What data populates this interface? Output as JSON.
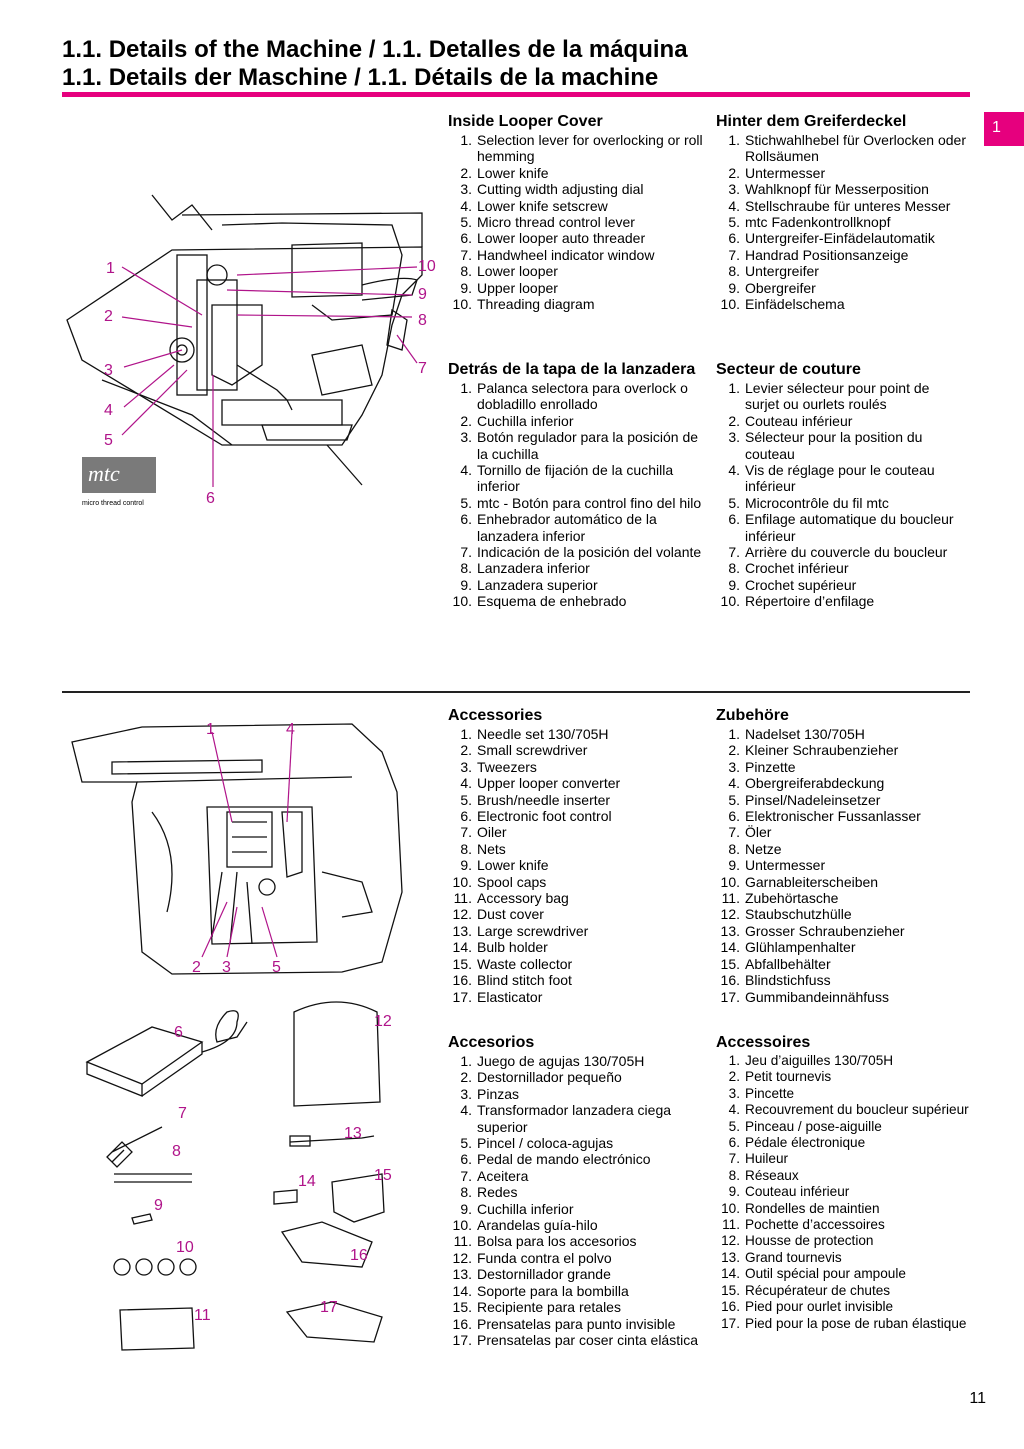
{
  "header": {
    "title_line1": "1.1. Details of the Machine / 1.1. Detalles de la máquina",
    "title_line2": "1.1. Details der Maschine / 1.1. Détails de la machine",
    "chapter_tab": "1"
  },
  "figure1": {
    "logo_text": "mtc",
    "logo_caption": "micro thread control",
    "callouts": [
      "1",
      "2",
      "3",
      "4",
      "5",
      "6",
      "7",
      "8",
      "9",
      "10"
    ]
  },
  "figure2": {
    "callouts": [
      "1",
      "4",
      "2",
      "3",
      "5",
      "6",
      "7",
      "8",
      "9",
      "10",
      "11",
      "12",
      "13",
      "14",
      "15",
      "16",
      "17"
    ]
  },
  "sections": {
    "en_machine": {
      "heading": "Inside Looper Cover",
      "items": [
        {
          "n": "1.",
          "t": "Selection lever for overlocking or roll hemming"
        },
        {
          "n": "2.",
          "t": "Lower knife"
        },
        {
          "n": "3.",
          "t": "Cutting width adjusting dial"
        },
        {
          "n": "4.",
          "t": "Lower knife setscrew"
        },
        {
          "n": "5.",
          "t": "Micro thread control lever"
        },
        {
          "n": "6.",
          "t": "Lower looper auto threader"
        },
        {
          "n": "7.",
          "t": "Handwheel indicator window"
        },
        {
          "n": "8.",
          "t": "Lower looper"
        },
        {
          "n": "9.",
          "t": "Upper looper"
        },
        {
          "n": "10.",
          "t": "Threading diagram"
        }
      ]
    },
    "de_machine": {
      "heading": "Hinter dem Greiferdeckel",
      "items": [
        {
          "n": "1.",
          "t": "Stichwahlhebel für Overlocken oder Rollsäumen"
        },
        {
          "n": "2.",
          "t": "Untermesser"
        },
        {
          "n": "3.",
          "t": "Wahlknopf für Messerposition"
        },
        {
          "n": "4.",
          "t": "Stellschraube für unteres Messer"
        },
        {
          "n": "5.",
          "t": "mtc Fadenkontrollknopf"
        },
        {
          "n": "6.",
          "t": "Untergreifer-Einfädelautomatik"
        },
        {
          "n": "7.",
          "t": "Handrad Positionsanzeige"
        },
        {
          "n": "8.",
          "t": "Untergreifer"
        },
        {
          "n": "9.",
          "t": "Obergreifer"
        },
        {
          "n": "10.",
          "t": "Einfädelschema"
        }
      ]
    },
    "es_machine": {
      "heading": "Detrás de la tapa de la lanzadera",
      "items": [
        {
          "n": "1.",
          "t": "Palanca selectora para overlock o dobladillo enrollado"
        },
        {
          "n": "2.",
          "t": "Cuchilla inferior"
        },
        {
          "n": "3.",
          "t": "Botón regulador para la posición de la cuchilla"
        },
        {
          "n": "4.",
          "t": "Tornillo de fijación de la cuchilla inferior"
        },
        {
          "n": "5.",
          "t": "mtc - Botón para control fino del hilo"
        },
        {
          "n": "6.",
          "t": "Enhebrador automático de la lanzadera inferior"
        },
        {
          "n": "7.",
          "t": "Indicación de la posición del volante"
        },
        {
          "n": "8.",
          "t": "Lanzadera inferior"
        },
        {
          "n": "9.",
          "t": "Lanzadera superior"
        },
        {
          "n": "10.",
          "t": "Esquema de enhebrado"
        }
      ]
    },
    "fr_machine": {
      "heading": "Secteur de couture",
      "items": [
        {
          "n": "1.",
          "t": "Levier sélecteur pour point de surjet ou ourlets roulés"
        },
        {
          "n": "2.",
          "t": "Couteau inférieur"
        },
        {
          "n": "3.",
          "t": "Sélecteur pour la position du couteau"
        },
        {
          "n": "4.",
          "t": "Vis de réglage pour le couteau inférieur"
        },
        {
          "n": "5.",
          "t": "Microcontrôle du fil mtc"
        },
        {
          "n": "6.",
          "t": "Enfilage automatique du boucleur inférieur"
        },
        {
          "n": "7.",
          "t": "Arrière du couvercle du boucleur"
        },
        {
          "n": "8.",
          "t": "Crochet inférieur"
        },
        {
          "n": "9.",
          "t": "Crochet supérieur"
        },
        {
          "n": "10.",
          "t": "Répertoire d’enfilage"
        }
      ]
    },
    "en_accessories": {
      "heading": "Accessories",
      "items": [
        {
          "n": "1.",
          "t": "Needle set 130/705H"
        },
        {
          "n": "2.",
          "t": "Small screwdriver"
        },
        {
          "n": "3.",
          "t": "Tweezers"
        },
        {
          "n": "4.",
          "t": "Upper looper converter"
        },
        {
          "n": "5.",
          "t": "Brush/needle inserter"
        },
        {
          "n": "6.",
          "t": "Electronic foot control"
        },
        {
          "n": "7.",
          "t": "Oiler"
        },
        {
          "n": "8.",
          "t": "Nets"
        },
        {
          "n": "9.",
          "t": "Lower knife"
        },
        {
          "n": "10.",
          "t": "Spool caps"
        },
        {
          "n": "11.",
          "t": "Accessory bag"
        },
        {
          "n": "12.",
          "t": "Dust cover"
        },
        {
          "n": "13.",
          "t": "Large screwdriver"
        },
        {
          "n": "14.",
          "t": "Bulb holder"
        },
        {
          "n": "15.",
          "t": "Waste collector"
        },
        {
          "n": "16.",
          "t": "Blind stitch foot"
        },
        {
          "n": "17.",
          "t": "Elasticator"
        }
      ]
    },
    "de_accessories": {
      "heading": "Zubehöre",
      "items": [
        {
          "n": "1.",
          "t": "Nadelset 130/705H"
        },
        {
          "n": "2.",
          "t": "Kleiner Schraubenzieher"
        },
        {
          "n": "3.",
          "t": "Pinzette"
        },
        {
          "n": "4.",
          "t": "Obergreiferabdeckung"
        },
        {
          "n": "5.",
          "t": "Pinsel/Nadeleinsetzer"
        },
        {
          "n": "6.",
          "t": "Elektronischer Fussanlasser"
        },
        {
          "n": "7.",
          "t": "Öler"
        },
        {
          "n": "8.",
          "t": "Netze"
        },
        {
          "n": "9.",
          "t": "Untermesser"
        },
        {
          "n": "10.",
          "t": "Garnableiterscheiben"
        },
        {
          "n": "11.",
          "t": "Zubehörtasche"
        },
        {
          "n": "12.",
          "t": "Staubschutzhülle"
        },
        {
          "n": "13.",
          "t": "Grosser Schraubenzieher"
        },
        {
          "n": "14.",
          "t": "Glühlampenhalter"
        },
        {
          "n": "15.",
          "t": "Abfallbehälter"
        },
        {
          "n": "16.",
          "t": "Blindstichfuss"
        },
        {
          "n": "17.",
          "t": "Gummibandeinnähfuss"
        }
      ]
    },
    "es_accessories": {
      "heading": "Accesorios",
      "items": [
        {
          "n": "1.",
          "t": "Juego de agujas 130/705H"
        },
        {
          "n": "2.",
          "t": "Destornillador pequeño"
        },
        {
          "n": "3.",
          "t": "Pinzas"
        },
        {
          "n": "4.",
          "t": "Transformador lanzadera ciega superior"
        },
        {
          "n": "5.",
          "t": "Pincel / coloca-agujas"
        },
        {
          "n": "6.",
          "t": "Pedal de mando electrónico"
        },
        {
          "n": "7.",
          "t": "Aceitera"
        },
        {
          "n": "8.",
          "t": "Redes"
        },
        {
          "n": "9.",
          "t": "Cuchilla inferior"
        },
        {
          "n": "10.",
          "t": "Arandelas guía-hilo"
        },
        {
          "n": "11.",
          "t": "Bolsa para los accesorios"
        },
        {
          "n": "12.",
          "t": "Funda contra el polvo"
        },
        {
          "n": "13.",
          "t": "Destornillador grande"
        },
        {
          "n": "14.",
          "t": "Soporte para la bombilla"
        },
        {
          "n": "15.",
          "t": "Recipiente para retales"
        },
        {
          "n": "16.",
          "t": "Prensatelas para punto invisible"
        },
        {
          "n": "17.",
          "t": "Prensatelas par coser cinta elástica"
        }
      ]
    },
    "fr_accessories": {
      "heading": "Accessoires",
      "items": [
        {
          "n": "1.",
          "t": "Jeu d’aiguilles 130/705H"
        },
        {
          "n": "2.",
          "t": "Petit tournevis"
        },
        {
          "n": "3.",
          "t": "Pincette"
        },
        {
          "n": "4.",
          "t": "Recouvrement du boucleur supérieur"
        },
        {
          "n": "5.",
          "t": "Pinceau / pose-aiguille"
        },
        {
          "n": "6.",
          "t": "Pédale électronique"
        },
        {
          "n": "7.",
          "t": "Huileur"
        },
        {
          "n": "8.",
          "t": "Réseaux"
        },
        {
          "n": "9.",
          "t": "Couteau inférieur"
        },
        {
          "n": "10.",
          "t": "Rondelles de maintien"
        },
        {
          "n": "11.",
          "t": "Pochette d’accessoires"
        },
        {
          "n": "12.",
          "t": "Housse de protection"
        },
        {
          "n": "13.",
          "t": "Grand tournevis"
        },
        {
          "n": "14.",
          "t": "Outil spécial pour ampoule"
        },
        {
          "n": "15.",
          "t": "Récupérateur de chutes"
        },
        {
          "n": "16.",
          "t": "Pied pour ourlet invisible"
        },
        {
          "n": "17.",
          "t": "Pied pour la pose de ruban élastique"
        }
      ]
    }
  },
  "footer": {
    "page_number": "11"
  }
}
